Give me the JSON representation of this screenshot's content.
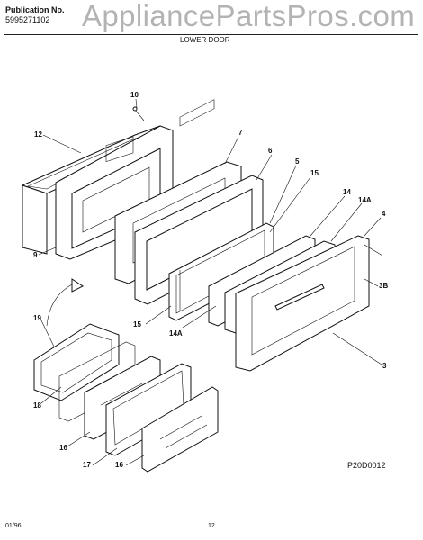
{
  "header": {
    "publication_label": "Publication No.",
    "publication_number": "5995271102",
    "model_code": "",
    "section_title": "LOWER DOOR",
    "watermark": "AppliancePartsPros.com"
  },
  "parts": [
    {
      "id": "10"
    },
    {
      "id": "12"
    },
    {
      "id": "7"
    },
    {
      "id": "6"
    },
    {
      "id": "5"
    },
    {
      "id": "15"
    },
    {
      "id": "14"
    },
    {
      "id": "14A"
    },
    {
      "id": "4"
    },
    {
      "id": "9"
    },
    {
      "id": "3B"
    },
    {
      "id": "15"
    },
    {
      "id": "14A"
    },
    {
      "id": "3"
    },
    {
      "id": "19"
    },
    {
      "id": "18"
    },
    {
      "id": "16"
    },
    {
      "id": "17"
    },
    {
      "id": "16"
    }
  ],
  "figure_code": "P20D0012",
  "footer": {
    "date": "01/96",
    "page": "12"
  }
}
